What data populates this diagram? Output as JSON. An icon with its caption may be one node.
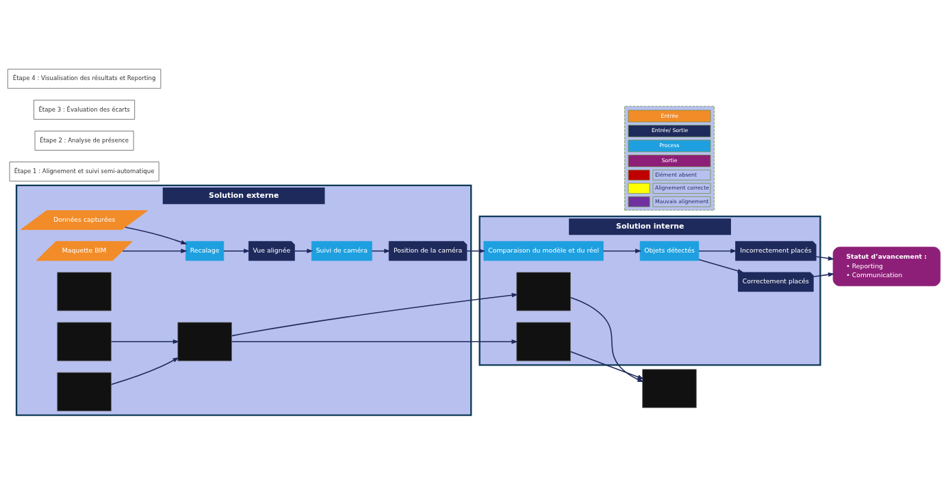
{
  "diagram": {
    "nodes": [
      {
        "text": [
          "Solution externe"
        ]
      },
      {
        "text": [
          "Données capturées"
        ],
        "in": 0
      },
      {
        "text": [
          "Maquette BIM"
        ],
        "in": 0
      },
      {
        "text": [
          "Recalage"
        ],
        "in": 0
      },
      {
        "text": [
          "Vue alignée"
        ],
        "in": 0
      },
      {
        "text": [
          "Suivi de caméra"
        ],
        "in": 0
      },
      {
        "text": [
          "Position de la caméra"
        ],
        "in": 0
      },
      {
        "text": [
          "Solution interne"
        ]
      },
      {
        "text": [
          "Comparaison du modèle et du réel"
        ],
        "in": 7
      },
      {
        "text": [
          "Objets détectés"
        ],
        "in": 7
      },
      {
        "text": [
          "Correctement placés"
        ],
        "in": 7
      },
      {
        "text": [
          "Incorrectement placés"
        ],
        "in": 7
      },
      {
        "text": [
          "Statut d’avancement :",
          "• Reporting",
          "• Communication"
        ]
      },
      {
        "text": [],
        "shape": "box",
        "in": 0
      },
      {
        "text": [],
        "shape": "box",
        "in": 0
      },
      {
        "text": [],
        "shape": "box",
        "in": 0
      },
      {
        "text": [],
        "shape": "box",
        "in": 0
      },
      {
        "text": [],
        "shape": "box",
        "in": 7
      },
      {
        "text": [],
        "shape": "box",
        "in": 7
      },
      {
        "text": [],
        "shape": "box"
      },
      {
        "text": [
          "Étape 1 : Alignement et suivi semi-automatique"
        ]
      },
      {
        "text": [
          "Étape 2 : Analyse de présence"
        ]
      },
      {
        "text": [
          "Étape 3 : Évaluation des écarts"
        ]
      },
      {
        "text": [
          "Étape 4 : Visualisation des résultats et Reporting"
        ]
      }
    ],
    "edges": [
      {
        "from": 1,
        "to": 3,
        "arrow": "to"
      },
      {
        "from": 2,
        "to": 3,
        "arrow": "to"
      },
      {
        "from": 3,
        "to": 4,
        "arrow": "to"
      },
      {
        "from": 4,
        "to": 5,
        "arrow": "to"
      },
      {
        "from": 5,
        "to": 6,
        "arrow": "to"
      },
      {
        "from": 6,
        "to": 8,
        "arrow": "to"
      },
      {
        "from": 8,
        "to": 9,
        "arrow": "to"
      },
      {
        "from": 9,
        "to": 10,
        "arrow": "to"
      },
      {
        "from": 9,
        "to": 11,
        "arrow": "to"
      },
      {
        "from": 10,
        "to": 12,
        "arrow": "to"
      },
      {
        "from": 11,
        "to": 12,
        "arrow": "to"
      },
      {
        "from": 14,
        "to": 16,
        "arrow": "to"
      },
      {
        "from": 15,
        "to": 16,
        "arrow": "to"
      },
      {
        "from": 16,
        "to": 17,
        "arrow": "to"
      },
      {
        "from": 16,
        "to": 18,
        "arrow": "to"
      },
      {
        "from": 17,
        "to": 19,
        "arrow": "to"
      },
      {
        "from": 18,
        "to": 19,
        "arrow": "to"
      }
    ],
    "legend": [
      {
        "text": "Entrée"
      },
      {
        "text": "Entrée/ Sortie"
      },
      {
        "text": "Process"
      },
      {
        "text": "Sortie"
      },
      {
        "text": "Elément absent",
        "color": "#c00000"
      },
      {
        "text": "Alignement correcte",
        "color": "#ffff00"
      },
      {
        "text": "Mauvais alignement",
        "color": "#7030a0"
      }
    ]
  }
}
